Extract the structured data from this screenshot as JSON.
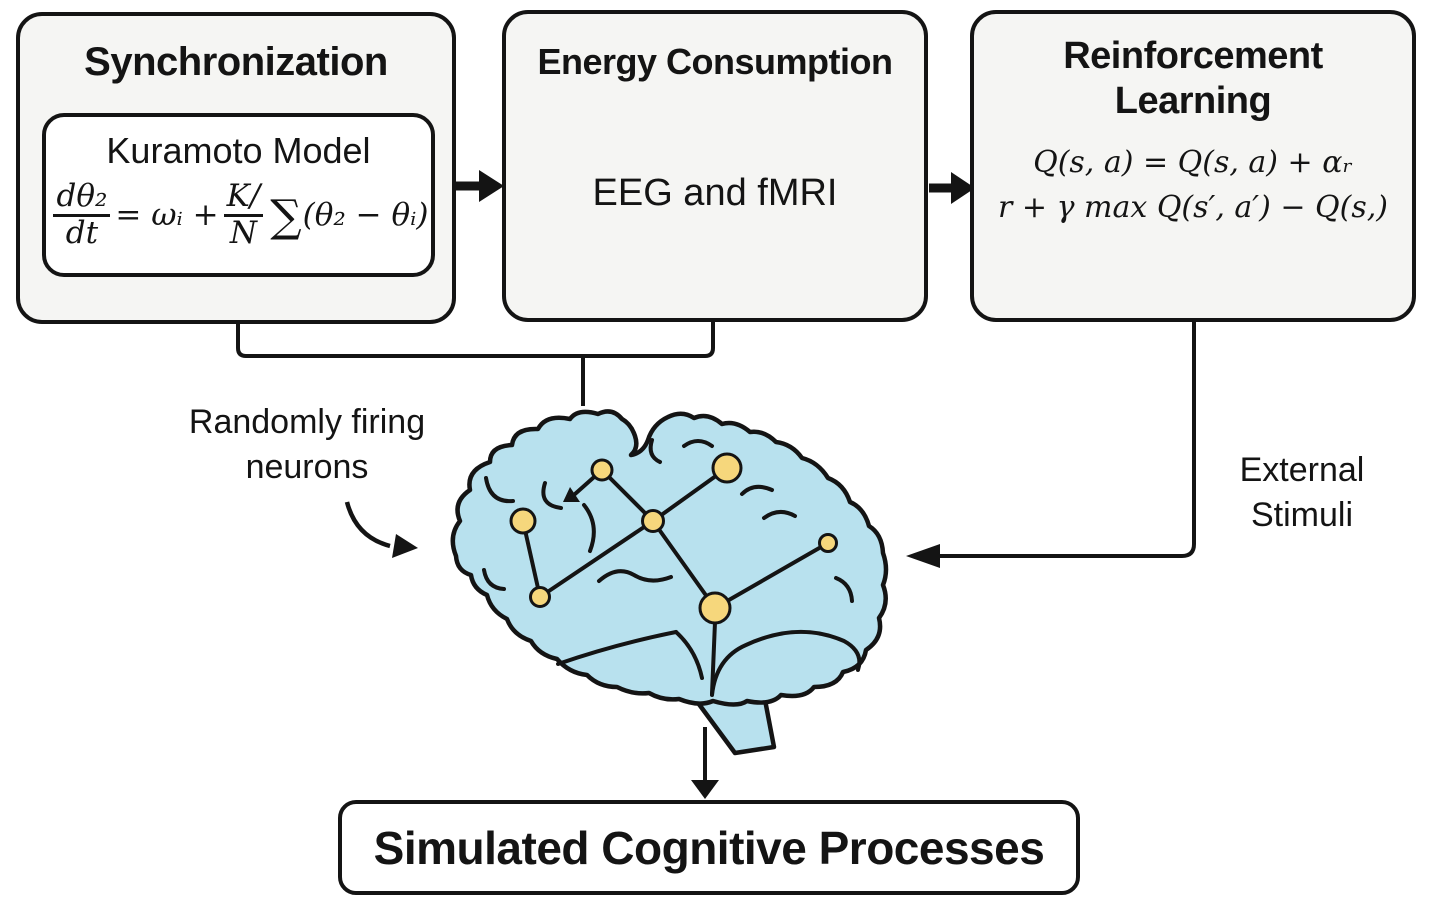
{
  "colors": {
    "stroke": "#141414",
    "box_fill": "#f5f5f3",
    "white_fill": "#ffffff",
    "brain_fill": "#b8e1ee",
    "node_fill": "#f6d77c",
    "text": "#141414"
  },
  "boxes": {
    "synchronization": {
      "title": "Synchronization",
      "inner": {
        "title": "Kuramoto Model",
        "equation": {
          "num": "dθ₂",
          "den": "dt",
          "mid": "= ωᵢ +",
          "knum": "K∕",
          "kden": "N",
          "sigma": "∑",
          "tail": "(θ₂ − θᵢ)"
        }
      }
    },
    "energy": {
      "title": "Energy Consumption",
      "body": "EEG and fMRI"
    },
    "reinforcement": {
      "title_line1": "Reinforcement",
      "title_line2": "Learning",
      "eq_line1": "Q(s, a) = Q(s, a) + αᵣ",
      "eq_line2": "r + γ max Q(s′, a′) − Q(s,)"
    },
    "output": {
      "title": "Simulated Cognitive Processes"
    }
  },
  "labels": {
    "random_firing": {
      "line1": "Randomly firing",
      "line2": "neurons"
    },
    "external_stimuli": {
      "line1": "External",
      "line2": "Stimuli"
    }
  }
}
